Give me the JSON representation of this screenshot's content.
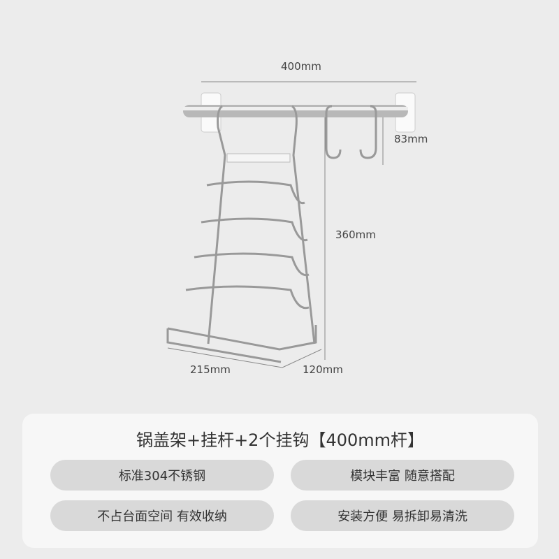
{
  "dimensions": {
    "width": "400mm",
    "hook_height": "83mm",
    "rack_height": "360mm",
    "depth": "215mm",
    "base": "120mm"
  },
  "product_title": "锅盖架+挂杆+2个挂钩【400mm杆】",
  "features": [
    "标准304不锈钢",
    "模块丰富 随意搭配",
    "不占台面空间 有效收纳",
    "安装方便 易拆卸易清洗"
  ]
}
